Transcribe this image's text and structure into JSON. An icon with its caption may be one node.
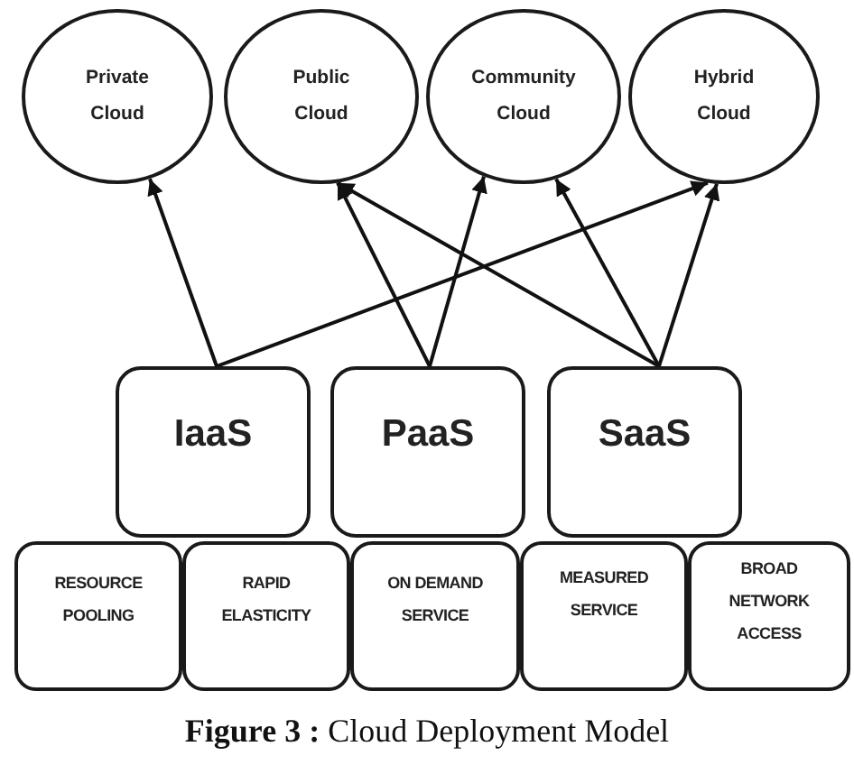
{
  "diagram": {
    "caption": "**Figure 3 :** Cloud Deployment Model",
    "nodes": [
      {
        "text": [
          "Private Cloud"
        ]
      },
      {
        "text": [
          "Public Cloud"
        ]
      },
      {
        "text": [
          "Community Cloud"
        ]
      },
      {
        "text": [
          "Hybrid Cloud"
        ]
      },
      {
        "text": [
          "IaaS"
        ]
      },
      {
        "text": [
          "PaaS"
        ]
      },
      {
        "text": [
          "SaaS"
        ]
      },
      {
        "text": [
          "RESOURCE POOLING"
        ]
      },
      {
        "text": [
          "RAPID ELASTICITY"
        ]
      },
      {
        "text": [
          "ON DEMAND SERVICE"
        ]
      },
      {
        "text": [
          "MEASURED SERVICE"
        ]
      },
      {
        "text": [
          "BROAD NETWORK ACCESS"
        ]
      }
    ],
    "edges": [
      {
        "from": 4,
        "to": 0,
        "arrow": "to"
      },
      {
        "from": 4,
        "to": 3,
        "arrow": "to"
      },
      {
        "from": 5,
        "to": 1,
        "arrow": "to"
      },
      {
        "from": 5,
        "to": 2,
        "arrow": "to"
      },
      {
        "from": 6,
        "to": 1,
        "arrow": "to"
      },
      {
        "from": 6,
        "to": 2,
        "arrow": "to"
      },
      {
        "from": 6,
        "to": 3,
        "arrow": "to"
      }
    ]
  }
}
